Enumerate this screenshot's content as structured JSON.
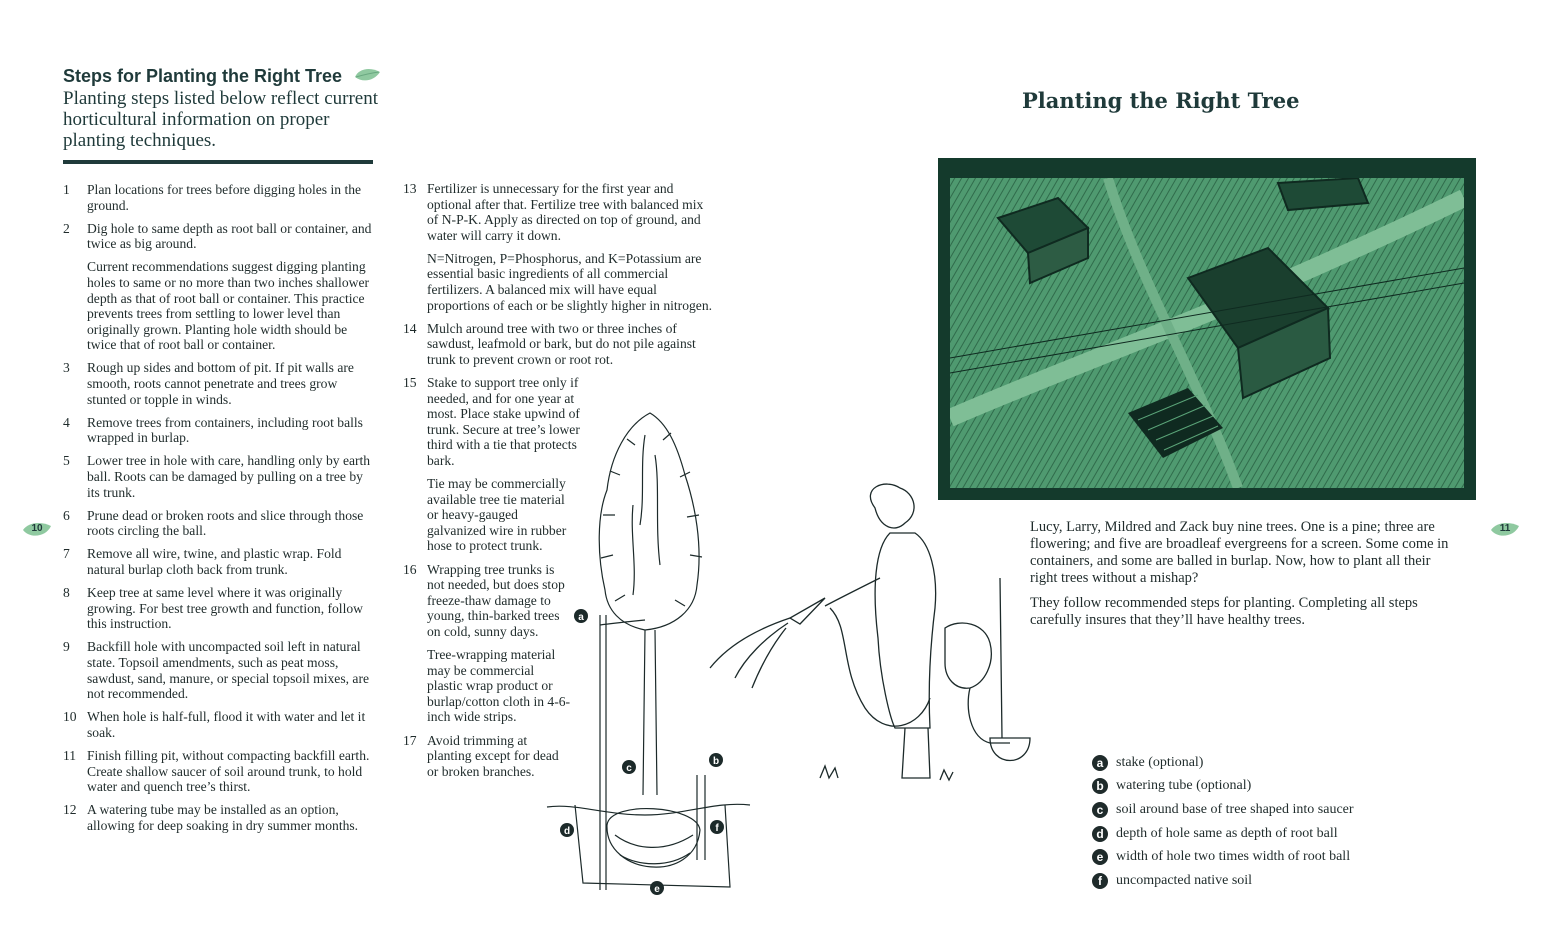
{
  "left_page": {
    "title": "Steps for Planting the Right Tree",
    "subtitle": "Planting steps listed below reflect current horticultural information on proper planting techniques.",
    "page_number": "10",
    "steps_col1": [
      {
        "num": "1",
        "text": "Plan locations for trees before digging holes in the ground."
      },
      {
        "num": "2",
        "text": "Dig hole to same depth as root ball or container, and twice as big around.",
        "extra": "Current recommendations suggest digging planting holes to same or no more than two inches shallower depth as that of root ball or container.  This practice prevents trees from settling to lower level than originally grown. Planting hole width should be twice that of root ball or container."
      },
      {
        "num": "3",
        "text": "Rough up sides and bottom of pit.  If pit walls are smooth, roots cannot penetrate and trees grow stunted or topple in winds."
      },
      {
        "num": "4",
        "text": "Remove trees from containers, including root balls wrapped in burlap."
      },
      {
        "num": "5",
        "text": "Lower tree in hole with care, handling only by earth ball.  Roots can be damaged by pulling on a tree by its trunk."
      },
      {
        "num": "6",
        "text": "Prune dead or broken roots and slice through those roots circling the ball."
      },
      {
        "num": "7",
        "text": "Remove all wire, twine, and plastic wrap. Fold natural burlap cloth back from trunk."
      },
      {
        "num": "8",
        "text": "Keep tree at same level where it was originally growing.  For best tree growth and function, follow this instruction."
      },
      {
        "num": "9",
        "text": "Backfill hole with uncompacted soil left in natural state.  Topsoil amendments, such as peat moss, sawdust, sand, manure, or special topsoil mixes, are not recommended."
      },
      {
        "num": "10",
        "text": "When hole is half-full, flood it with water and let it soak."
      },
      {
        "num": "11",
        "text": "Finish filling pit, without compacting backfill earth.  Create shallow saucer of soil around trunk, to hold water and quench tree’s thirst."
      },
      {
        "num": "12",
        "text": "A watering tube may be installed as an option, allowing for deep soaking in dry summer months."
      }
    ],
    "steps_col2": [
      {
        "num": "13",
        "text": "Fertilizer is unnecessary for the first year and optional after that.  Fertilize tree with balanced mix of N-P-K.  Apply as directed on top of ground, and water will carry it down.",
        "extra": "N=Nitrogen, P=Phosphorus, and K=Potassium are essential basic ingredients of all commercial fertilizers.  A balanced mix will have equal proportions of each or be slightly higher in nitrogen."
      },
      {
        "num": "14",
        "text": "Mulch around tree with two or three inches of sawdust, leafmold or bark, but do not pile against trunk to prevent crown or root rot."
      },
      {
        "num": "15",
        "text": "Stake to support tree only if needed, and for one year at most.  Place stake upwind of trunk.  Secure at tree’s lower third with a tie that protects bark.",
        "extra": "Tie may be commercially available tree tie material or heavy-gauged galvanized wire in rubber hose to protect trunk."
      },
      {
        "num": "16",
        "text": "Wrapping tree trunks is not needed, but does stop freeze-thaw damage to young, thin-barked trees on cold, sunny days.",
        "extra": "Tree-wrapping material may be commercial plastic wrap product or burlap/cotton cloth in 4-6-inch wide strips."
      },
      {
        "num": "17",
        "text": "Avoid trimming at planting except for dead or broken branches."
      }
    ]
  },
  "right_page": {
    "title": "Planting the Right Tree",
    "page_number": "11",
    "story": [
      "Lucy, Larry, Mildred and Zack buy nine trees.  One is a pine; three are flowering; and five are broadleaf evergreens for a screen. Some come in containers, and some are balled in burlap.  Now, how to plant all their right trees without a mishap?",
      "They follow recommended steps for planting.  Completing all steps carefully insures that they’ll have healthy trees."
    ],
    "legend": [
      {
        "key": "a",
        "label": "stake (optional)"
      },
      {
        "key": "b",
        "label": "watering tube (optional)"
      },
      {
        "key": "c",
        "label": "soil around base of tree shaped into saucer"
      },
      {
        "key": "d",
        "label": "depth of hole same as depth of root ball"
      },
      {
        "key": "e",
        "label": "width of hole two times width of root ball"
      },
      {
        "key": "f",
        "label": "uncompacted native soil"
      }
    ]
  },
  "colors": {
    "ink": "#1f3a3a",
    "leaf": "#8fc9a0",
    "scene_green": "#4f9a70",
    "scene_dark": "#123529"
  },
  "icons": [
    "leaf-icon",
    "page-number-leaf-icon"
  ]
}
